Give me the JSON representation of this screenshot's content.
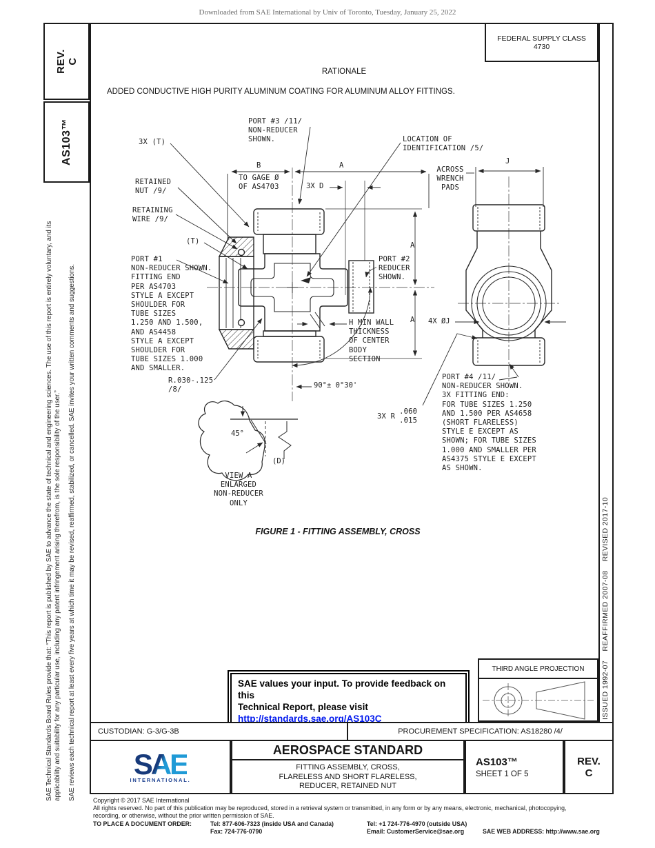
{
  "header": {
    "download_notice": "Downloaded from SAE International by Univ of Toronto, Tuesday, January 25, 2022",
    "federal_supply_class_label": "FEDERAL SUPPLY CLASS",
    "federal_supply_class_code": "4730"
  },
  "sidebar": {
    "rev_box": "REV.\nC",
    "doc_number_box": "AS103™",
    "disclaimer_1": "SAE Technical Standards Board Rules provide that: “This report is published by SAE to advance the state of technical and engineering sciences. The use of this report is entirely voluntary, and its applicability and suitability for any particular use, including any patent infringement arising therefrom, is the sole responsibility of the user.”",
    "disclaimer_2": "SAE reviews each technical report at least every five years at which time it may be revised, reaffirmed, stabilized, or cancelled. SAE invites your written comments and suggestions."
  },
  "right_margin": {
    "history": "ISSUED 1992-07    REAFFIRMED 2007-08    REVISED 2017-10"
  },
  "rationale": {
    "title": "RATIONALE",
    "body": "ADDED CONDUCTIVE HIGH PURITY ALUMINUM COATING FOR ALUMINUM ALLOY FITTINGS."
  },
  "figure": {
    "caption": "FIGURE 1 - FITTING ASSEMBLY, CROSS",
    "annotations": {
      "port3": "PORT #3 /11/\nNON-REDUCER\nSHOWN.",
      "t3x": "3X (T)",
      "retained_nut": "RETAINED\nNUT /9/",
      "retaining_wire": "RETAINING\nWIRE /9/",
      "t_small": "(T)",
      "port1": "PORT #1\nNON-REDUCER SHOWN.\nFITTING END\nPER AS4703\nSTYLE A EXCEPT\nSHOULDER FOR\nTUBE SIZES\n1.250 AND 1.500,\nAND AS4458\nSTYLE A EXCEPT\nSHOULDER FOR\nTUBE SIZES 1.000\nAND SMALLER.",
      "r030": "R.030-.125\n  /8/",
      "dim_b": "B",
      "dim_a_top": "A",
      "gage": "TO GAGE Ø\nOF AS4703",
      "d3x": "3X D",
      "loc_id": "LOCATION OF\nIDENTIFICATION  /5/",
      "across_pads": "ACROSS\nWRENCH\nPADS",
      "dim_j": "J",
      "port2": "PORT #2\nREDUCER\nSHOWN.",
      "dim_a_right1": "A",
      "dim_a_right2": "A",
      "h_min_wall": "H MIN WALL\nTHICKNESS\nOF CENTER\nBODY\nSECTION",
      "angle": "90°± 0°30'",
      "oj4x": "4X ØJ",
      "r060_prefix": "3X R",
      "r060_top": ".060",
      "r060_bot": ".015",
      "port4": "PORT #4  /11/\nNON-REDUCER SHOWN.\n3X FITTING END:\nFOR TUBE SIZES 1.250\nAND 1.500 PER AS4658\n(SHORT FLARELESS)\nSTYLE E EXCEPT AS\nSHOWN; FOR TUBE SIZES\n1.000 AND SMALLER PER\nAS4375 STYLE E EXCEPT\nAS SHOWN.",
      "deg45": "45°",
      "d_ref": "(D)",
      "view_a": "VIEW A\nENLARGED\nNON-REDUCER\nONLY"
    }
  },
  "feedback_box": {
    "line1": "SAE values your input. To provide feedback on this",
    "line2": "Technical Report, please visit",
    "link": "http://standards.sae.org/AS103C"
  },
  "projection": {
    "label": "THIRD ANGLE PROJECTION"
  },
  "title_block": {
    "custodian": "CUSTODIAN: G-3/G-3B",
    "procurement": "PROCUREMENT SPECIFICATION: AS18280 /4/",
    "logo_text": "SAE",
    "logo_sub": "INTERNATIONAL.",
    "standard_type": "AEROSPACE STANDARD",
    "title_line1": "FITTING ASSEMBLY, CROSS,",
    "title_line2": "FLARELESS AND SHORT FLARELESS,",
    "title_line3": "REDUCER, RETAINED NUT",
    "doc_number": "AS103™",
    "sheet": "SHEET 1 OF 5",
    "rev_label": "REV.",
    "rev_value": "C"
  },
  "footer": {
    "copyright": "Copyright © 2017 SAE International",
    "rights1": "All rights reserved. No part of this publication may be reproduced, stored in a retrieval system or transmitted, in any form or by any means, electronic, mechanical, photocopying,",
    "rights2": "recording, or otherwise, without the prior written permission of SAE.",
    "order_label": "TO PLACE A DOCUMENT ORDER:",
    "tel1": "Tel: 877-606-7323 (inside USA and Canada)",
    "tel2": "Tel: +1 724-776-4970 (outside USA)",
    "fax": "Fax: 724-776-0790",
    "email": "Email: CustomerService@sae.org",
    "web": "SAE WEB ADDRESS: http://www.sae.org"
  }
}
